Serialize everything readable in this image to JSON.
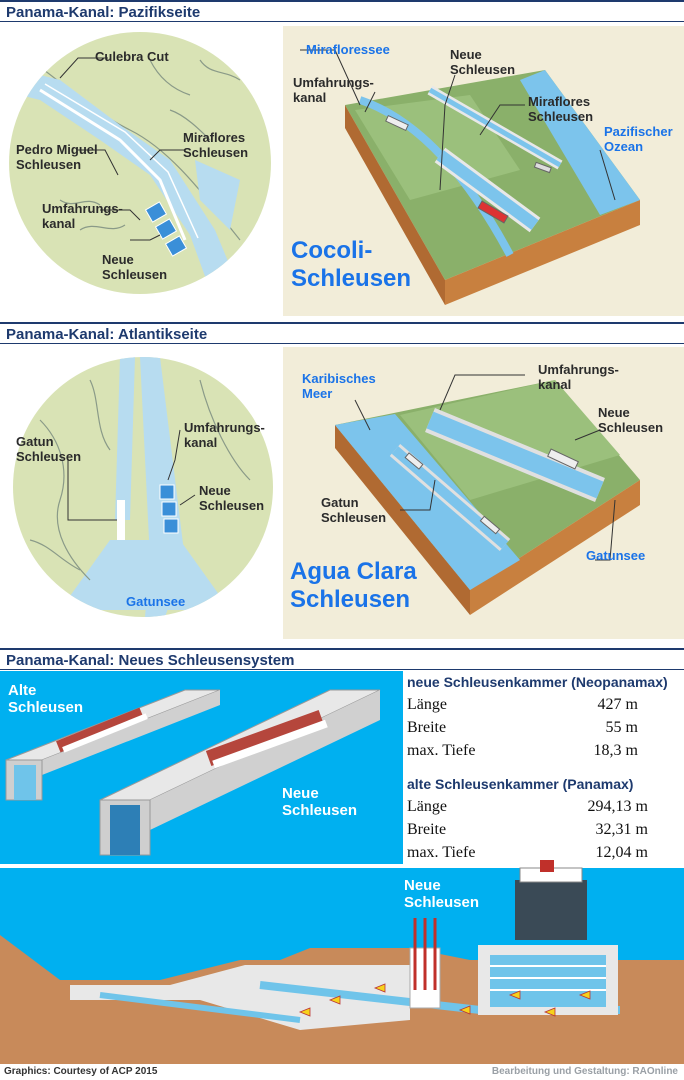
{
  "sections": {
    "pacific": "Panama-Kanal: Pazifikseite",
    "atlantic": "Panama-Kanal: Atlantikseite",
    "new_system": "Panama-Kanal: Neues Schleusensystem"
  },
  "pacific_map": {
    "culebra": "Culebra Cut",
    "pedro_miguel_1": "Pedro Miguel",
    "pedro_miguel_2": "Schleusen",
    "miraflores_1": "Miraflores",
    "miraflores_2": "Schleusen",
    "bypass_1": "Umfahrungs-",
    "bypass_2": "kanal",
    "new_locks_1": "Neue",
    "new_locks_2": "Schleusen"
  },
  "pacific_3d": {
    "miraflores_lake": "Miraflores­see",
    "bypass_1": "Umfahrungs-",
    "bypass_2": "kanal",
    "new_locks_1": "Neue",
    "new_locks_2": "Schleusen",
    "miraflores_1": "Miraflores",
    "miraflores_2": "Schleusen",
    "ocean_1": "Pazifischer",
    "ocean_2": "Ozean",
    "title_1": "Cocoli-",
    "title_2": "Schleusen"
  },
  "atlantic_map": {
    "gatun_1": "Gatun",
    "gatun_2": "Schleusen",
    "bypass_1": "Umfahrungs-",
    "bypass_2": "kanal",
    "new_locks_1": "Neue",
    "new_locks_2": "Schleusen",
    "lake": "Gatunsee"
  },
  "atlantic_3d": {
    "sea_1": "Karibisches",
    "sea_2": "Meer",
    "bypass_1": "Umfahrungs-",
    "bypass_2": "kanal",
    "new_locks_1": "Neue",
    "new_locks_2": "Schleusen",
    "gatun_1": "Gatun",
    "gatun_2": "Schleusen",
    "lake": "Gatunsee",
    "title_1": "Agua Clara",
    "title_2": "Schleusen"
  },
  "locks_compare": {
    "old_1": "Alte",
    "old_2": "Schleusen",
    "new_1": "Neue",
    "new_2": "Schleusen"
  },
  "specs": {
    "new_header": "neue Schleusenkammer (Neopanamax)",
    "new_rows": [
      {
        "label": "Länge",
        "value": "427 m"
      },
      {
        "label": "Breite",
        "value": "55 m"
      },
      {
        "label": "max. Tiefe",
        "value": "18,3 m"
      }
    ],
    "old_header": "alte Schleusenkammer (Panamax)",
    "old_rows": [
      {
        "label": "Länge",
        "value": "294,13 m"
      },
      {
        "label": "Breite",
        "value": "32,31 m"
      },
      {
        "label": "max. Tiefe",
        "value": "12,04 m"
      }
    ]
  },
  "cross_section": {
    "new_1": "Neue",
    "new_2": "Schleusen"
  },
  "footer": {
    "left": "Graphics: Courtesy of ACP 2015",
    "right": "Bearbeitung und Gestaltung: RAOnline"
  },
  "colors": {
    "title": "#1e3a6e",
    "accent_blue": "#1a73e8",
    "water": "#29b6f6",
    "land": "#c9d6a3",
    "panel": "#f2edd9",
    "soil": "#c88a5a"
  }
}
